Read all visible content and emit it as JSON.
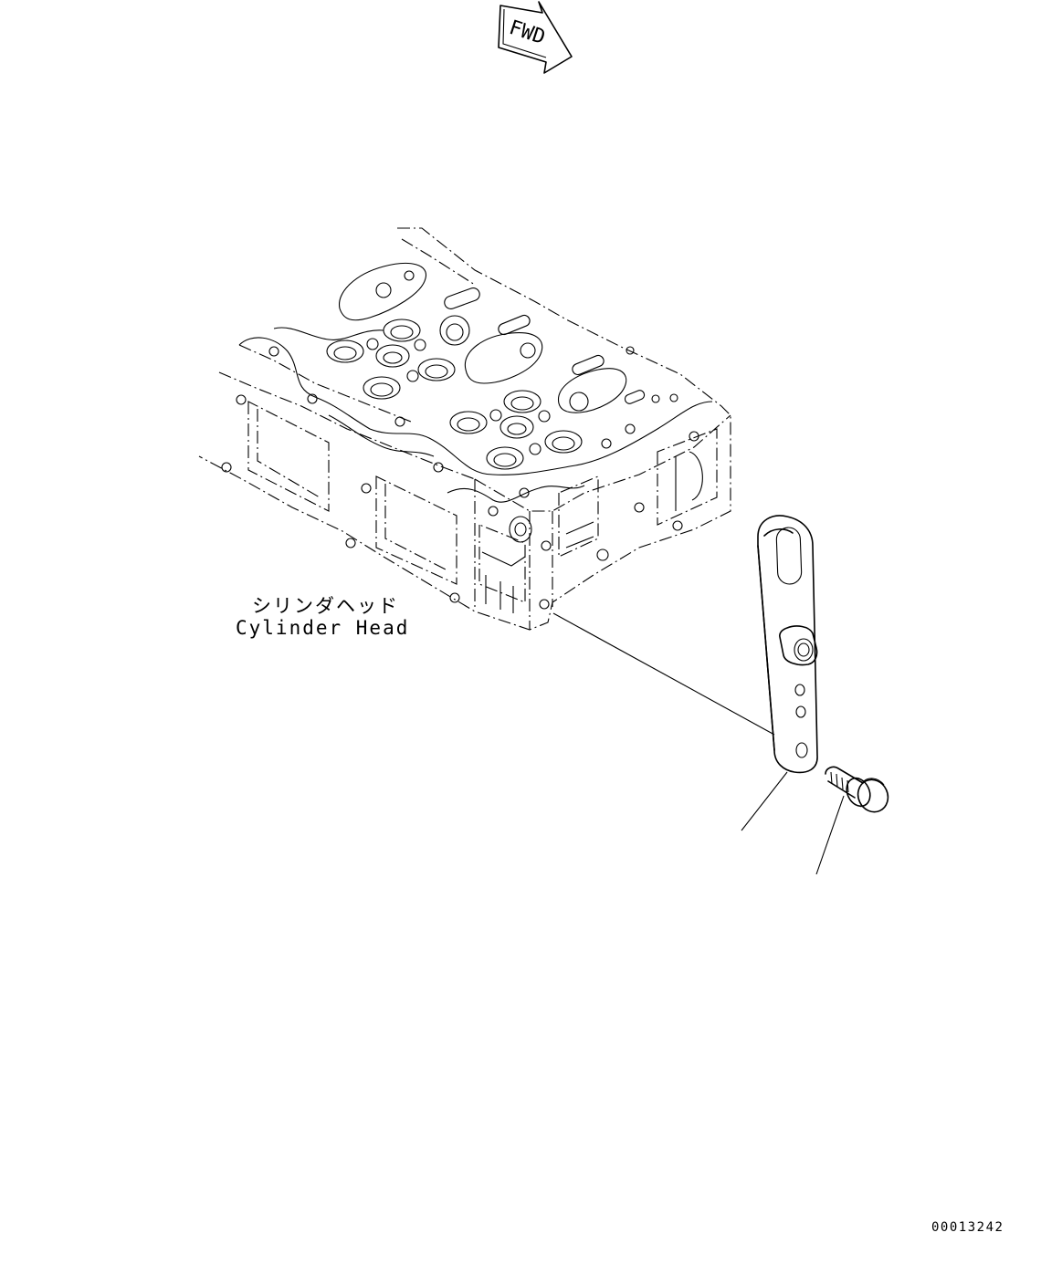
{
  "direction_marker": {
    "text": "FWD"
  },
  "part_labels": {
    "cylinder_head_jp": "シリンダヘッド",
    "cylinder_head_en": "Cylinder Head"
  },
  "figure_number": "00013242"
}
